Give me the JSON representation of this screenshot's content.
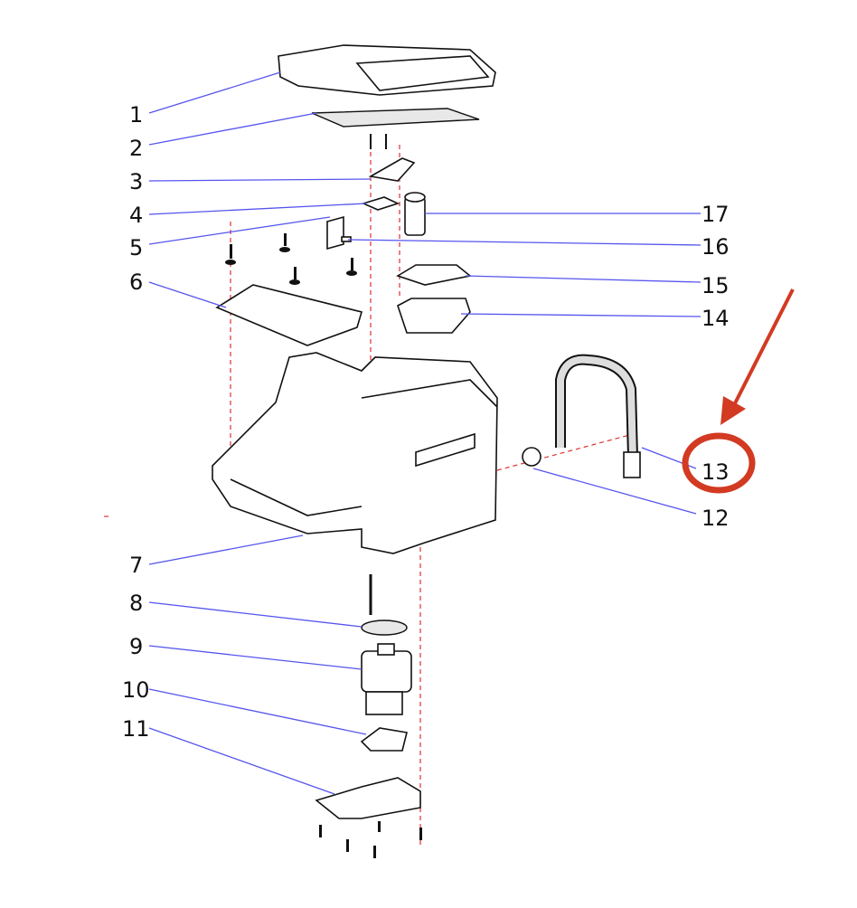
{
  "diagram": {
    "left_labels": [
      "1",
      "2",
      "3",
      "4",
      "5",
      "6",
      "7",
      "8",
      "9",
      "10",
      "11"
    ],
    "right_labels": [
      "17",
      "16",
      "15",
      "14",
      "13",
      "12"
    ],
    "highlight": {
      "label": "13",
      "color": "#d23a22"
    },
    "leader_color": "#5555ee",
    "axis_color": "#e03030"
  }
}
